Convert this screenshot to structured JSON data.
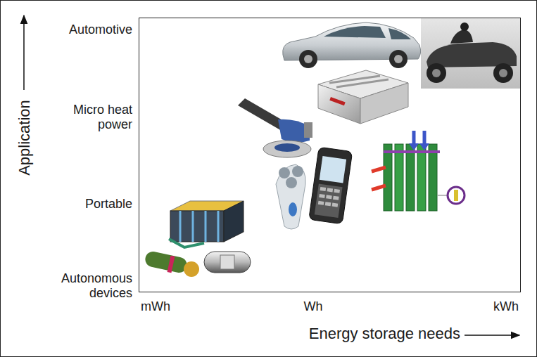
{
  "diagram": {
    "labels": [
      "Application",
      "Automotive",
      "Micro heat power",
      "Portable",
      "Autonomous devices",
      "mWh",
      "Wh",
      "kWh",
      "Energy storage needs"
    ]
  }
}
